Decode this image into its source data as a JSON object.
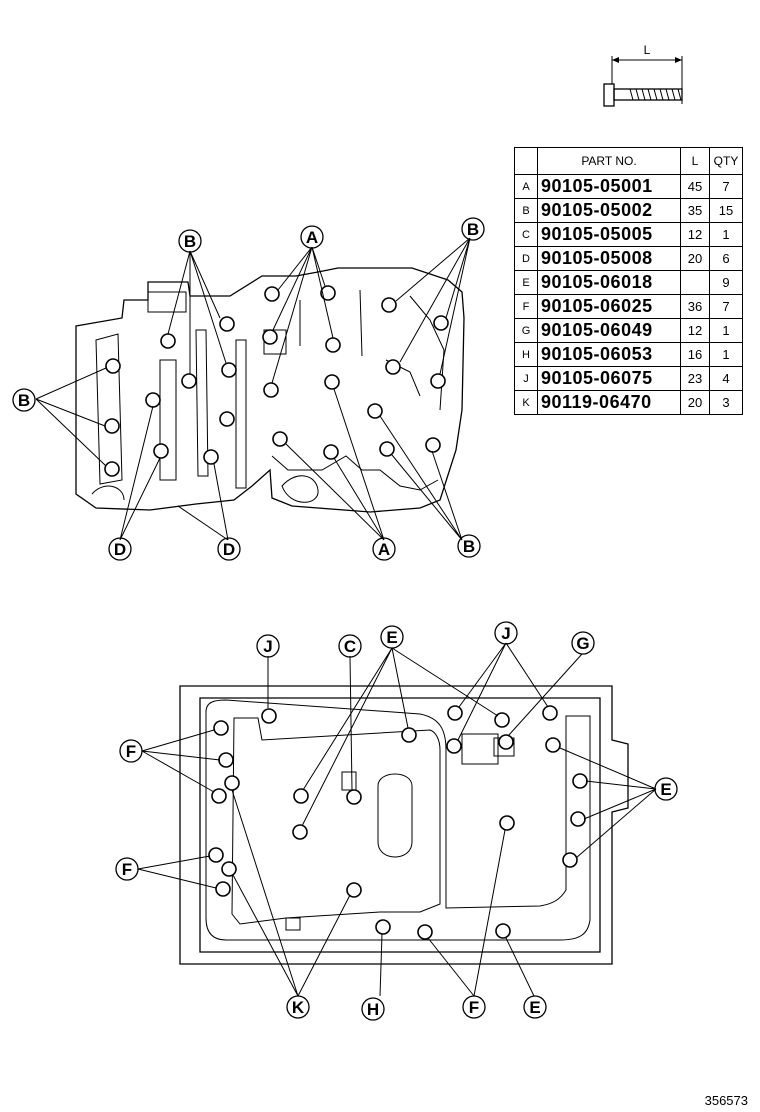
{
  "legend_bolt": {
    "length_label": "L"
  },
  "table": {
    "headers": {
      "part_no": "PART NO.",
      "length": "L",
      "qty": "QTY"
    },
    "rows": [
      {
        "code": "A",
        "part_no": "90105-05001",
        "length": "45",
        "qty": "7"
      },
      {
        "code": "B",
        "part_no": "90105-05002",
        "length": "35",
        "qty": "15"
      },
      {
        "code": "C",
        "part_no": "90105-05005",
        "length": "12",
        "qty": "1"
      },
      {
        "code": "D",
        "part_no": "90105-05008",
        "length": "20",
        "qty": "6"
      },
      {
        "code": "E",
        "part_no": "90105-06018",
        "length": "",
        "qty": "9"
      },
      {
        "code": "F",
        "part_no": "90105-06025",
        "length": "36",
        "qty": "7"
      },
      {
        "code": "G",
        "part_no": "90105-06049",
        "length": "12",
        "qty": "1"
      },
      {
        "code": "H",
        "part_no": "90105-06053",
        "length": "16",
        "qty": "1"
      },
      {
        "code": "J",
        "part_no": "90105-06075",
        "length": "23",
        "qty": "4"
      },
      {
        "code": "K",
        "part_no": "90119-06470",
        "length": "20",
        "qty": "3"
      }
    ]
  },
  "callouts": {
    "upper": {
      "b_top_left": "B",
      "a_top": "A",
      "b_top_right": "B",
      "b_left": "B",
      "d_bottom_left": "D",
      "d_bottom_mid": "D",
      "a_bottom": "A",
      "b_bottom_right": "B"
    },
    "lower": {
      "j_left": "J",
      "c_top": "C",
      "e_top": "E",
      "j_right": "J",
      "g_top": "G",
      "f_upper_left": "F",
      "e_right": "E",
      "f_lower_left": "F",
      "k_bottom": "K",
      "h_bottom": "H",
      "f_bottom": "F",
      "e_bottom": "E"
    }
  },
  "figure_ref": "356573"
}
